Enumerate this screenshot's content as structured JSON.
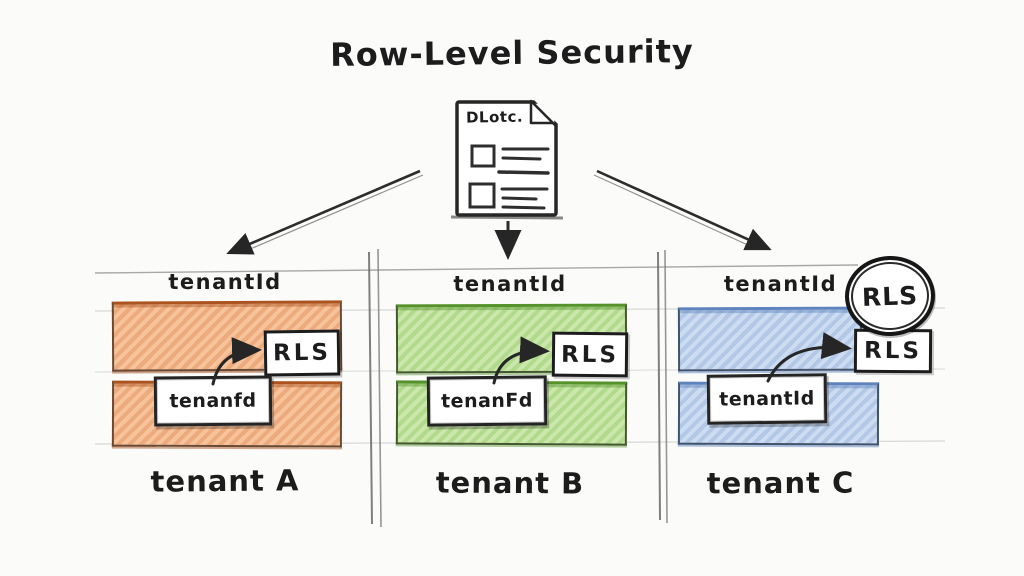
{
  "title": "Row-Level Security",
  "document": {
    "label": "DLotc."
  },
  "rls_badge": {
    "label": "RLS"
  },
  "columns": [
    {
      "header": "tenantId",
      "rls_label": "RLS",
      "row_label": "tenanfd",
      "name": "tenant A",
      "accent_color": "#ab5420",
      "fill_color": "#f2b486"
    },
    {
      "header": "tenantId",
      "rls_label": "RLS",
      "row_label": "tenanFd",
      "name": "tenant B",
      "accent_color": "#55922c",
      "fill_color": "#bede9c"
    },
    {
      "header": "tenantId",
      "rls_label": "RLS",
      "row_label": "tenantId",
      "name": "tenant C",
      "accent_color": "#5e83bd",
      "fill_color": "#bfd2ea"
    }
  ],
  "colors": {
    "ink": "#262626",
    "guide_line": "#9a9a9a",
    "background": "#fbfbfa"
  }
}
